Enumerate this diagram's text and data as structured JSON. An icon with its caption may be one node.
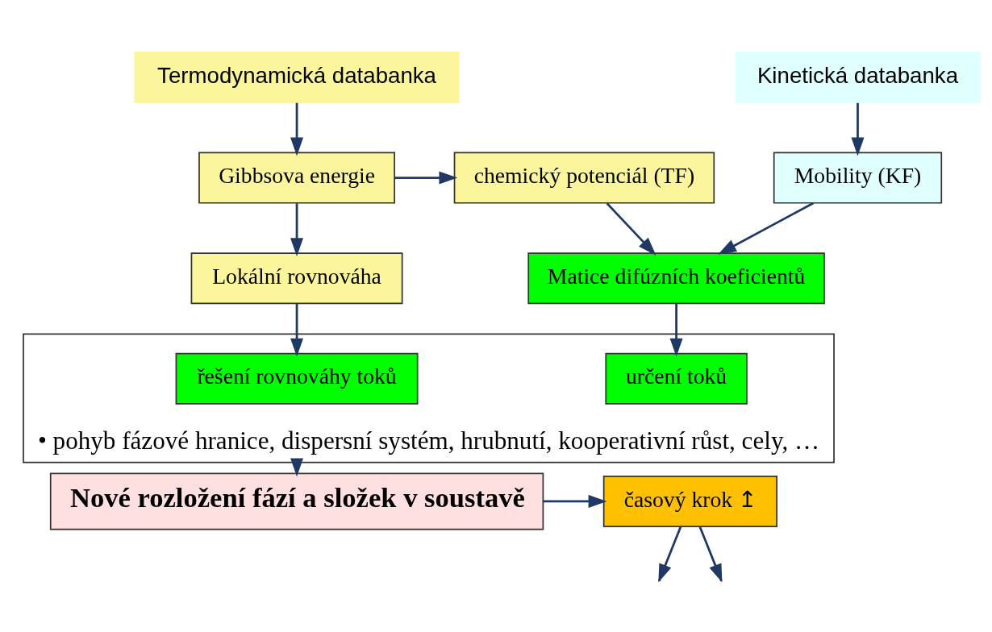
{
  "diagram": {
    "nodes": [
      {
        "text": [
          "Termodynamická databanka"
        ]
      },
      {
        "text": [
          "Kinetická databanka"
        ]
      },
      {
        "text": [
          "Gibbsova energie"
        ]
      },
      {
        "text": [
          "chemický potenciál (TF)"
        ]
      },
      {
        "text": [
          "Mobility (KF)"
        ]
      },
      {
        "text": [
          "Lokální rovnováha"
        ]
      },
      {
        "text": [
          "Matice difúzních koeficientů"
        ]
      },
      {
        "text": [
          "• pohyb fázové hranice, dispersní systém, hrubnutí, kooperativní růst, cely, …"
        ]
      },
      {
        "text": [
          "řešení rovnováhy toků"
        ],
        "in": 7
      },
      {
        "text": [
          "určení toků"
        ],
        "in": 7
      },
      {
        "text": [
          "Nové rozložení fází a složek v soustavě"
        ]
      },
      {
        "text": [
          "časový krok ↥"
        ]
      }
    ],
    "edges": [
      {
        "from": 0,
        "to": 2,
        "arrow": "to"
      },
      {
        "from": 1,
        "to": 4,
        "arrow": "to"
      },
      {
        "from": 2,
        "to": 3,
        "arrow": "to"
      },
      {
        "from": 2,
        "to": 5,
        "arrow": "to"
      },
      {
        "from": 3,
        "to": 6,
        "arrow": "to"
      },
      {
        "from": 4,
        "to": 6,
        "arrow": "to"
      },
      {
        "from": 5,
        "to": 8,
        "arrow": "to"
      },
      {
        "from": 6,
        "to": 9,
        "arrow": "to"
      },
      {
        "from": 7,
        "to": 10,
        "arrow": "to"
      },
      {
        "from": 10,
        "to": 11,
        "arrow": "to"
      },
      {
        "from": 11,
        "to": null,
        "arrow": "to"
      },
      {
        "from": 11,
        "to": null,
        "arrow": "to"
      }
    ]
  }
}
